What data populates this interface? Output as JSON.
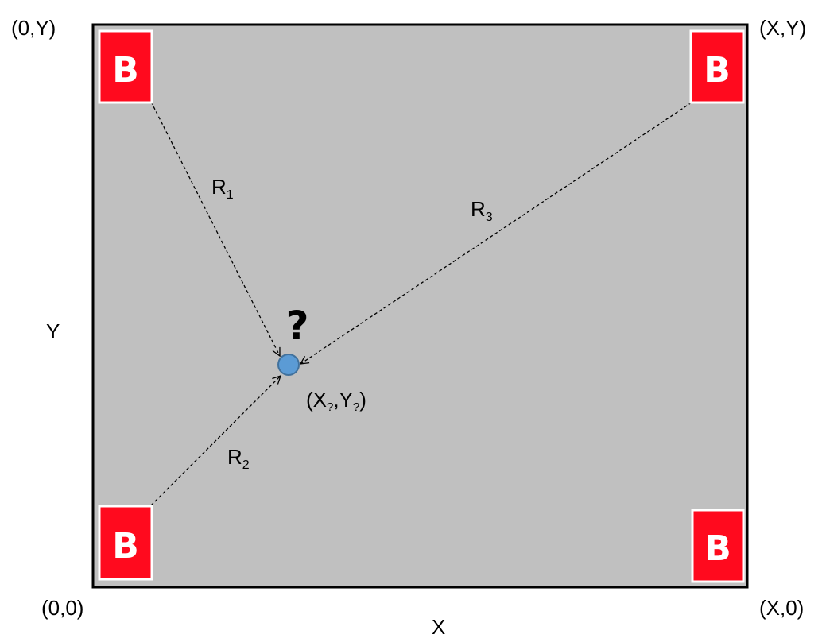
{
  "corners": {
    "top_left": "(0,Y)",
    "top_right": "(X,Y)",
    "bottom_left": "(0,0)",
    "bottom_right": "(X,0)"
  },
  "axes": {
    "x_label": "X",
    "y_label": "Y"
  },
  "beacon_label": "B",
  "unknown": {
    "question_mark": "?",
    "coord_open": "(X",
    "coord_sub": "?",
    "coord_mid": ",Y",
    "coord_close": ")"
  },
  "ranges": [
    {
      "base": "R",
      "sub": "1"
    },
    {
      "base": "R",
      "sub": "2"
    },
    {
      "base": "R",
      "sub": "3"
    }
  ],
  "colors": {
    "field_fill": "#c0c0c0",
    "beacon_fill": "#ff0a1e",
    "target_fill": "#5b9bd5",
    "target_stroke": "#41719c"
  }
}
